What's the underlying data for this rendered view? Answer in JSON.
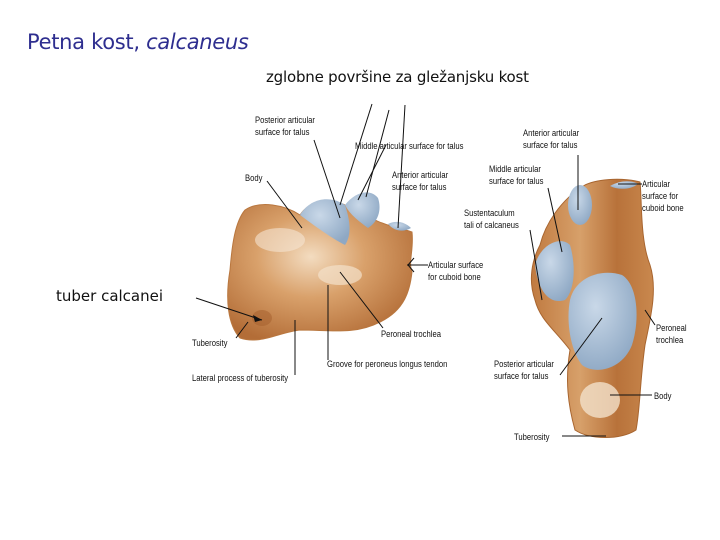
{
  "slide": {
    "title_plain": "Petna kost, ",
    "title_italic": "calcaneus",
    "subtitle": "zglobne površine za gležanjsku kost",
    "tuber_label": "tuber calcanei",
    "colors": {
      "title": "#2e2e8f",
      "bone": "#d49a63",
      "bone_dark": "#b26a35",
      "cartilage": "#a9bfd6",
      "text": "#111111"
    }
  },
  "lateral_view": {
    "labels": {
      "posterior_articular_1": "Posterior articular",
      "posterior_articular_2": "surface for talus",
      "middle_articular": "Middle articular surface for talus",
      "anterior_articular_1": "Anterior articular",
      "anterior_articular_2": "surface for talus",
      "body": "Body",
      "cuboid_1": "Articular surface",
      "cuboid_2": "for cuboid bone",
      "peroneal_trochlea": "Peroneal trochlea",
      "tuberosity": "Tuberosity",
      "groove": "Groove for peroneus longus tendon",
      "lateral_process": "Lateral process of tuberosity"
    }
  },
  "superior_view": {
    "labels": {
      "anterior_articular_1": "Anterior articular",
      "anterior_articular_2": "surface for talus",
      "middle_articular_1": "Middle articular",
      "middle_articular_2": "surface for talus",
      "sustentaculum_1": "Sustentaculum",
      "sustentaculum_2": "tali of calcaneus",
      "cuboid_1": "Articular",
      "cuboid_2": "surface for",
      "cuboid_3": "cuboid bone",
      "peroneal_1": "Peroneal",
      "peroneal_2": "trochlea",
      "posterior_articular_1": "Posterior articular",
      "posterior_articular_2": "surface for talus",
      "body": "Body",
      "tuberosity": "Tuberosity"
    }
  }
}
